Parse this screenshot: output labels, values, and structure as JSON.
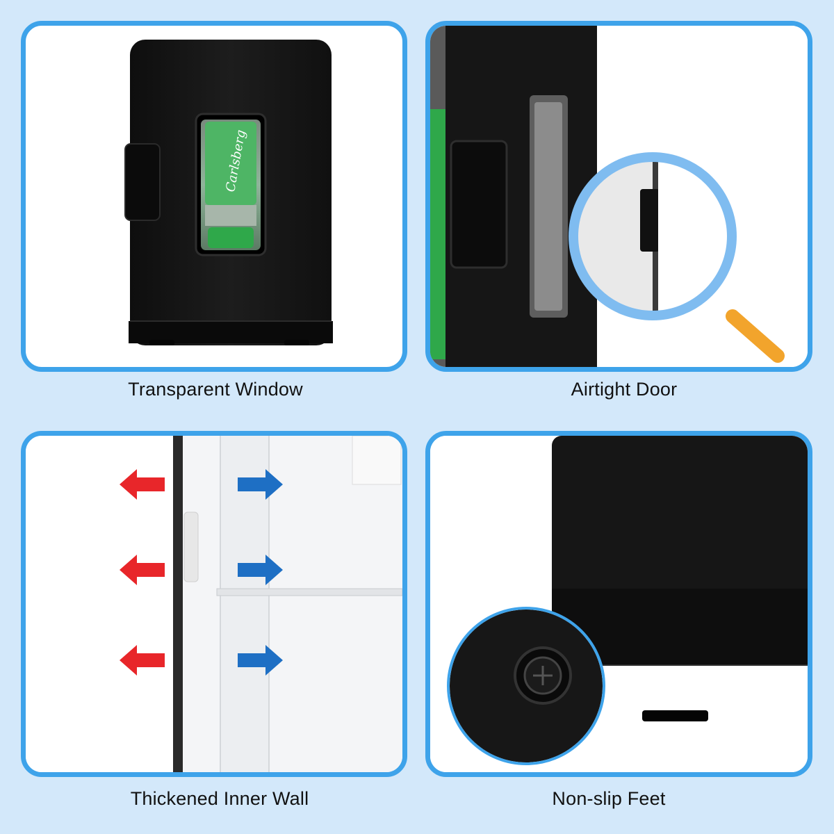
{
  "panels": [
    {
      "caption": "Transparent Window"
    },
    {
      "caption": "Airtight Door"
    },
    {
      "caption": "Thickened Inner Wall"
    },
    {
      "caption": "Non-slip Feet"
    }
  ],
  "can_brand_text": "Carlsberg",
  "colors": {
    "page_background": "#d3e8fa",
    "card_border": "#3ea3ea",
    "fridge_body": "#151515",
    "can_green": "#2fa84a",
    "heat_out_arrow": "#e8262a",
    "cold_in_arrow": "#1e6fc4",
    "magnifier_ring": "#7fbcf0",
    "magnifier_handle": "#f2a42c"
  },
  "icons": [
    "magnifying-glass-icon",
    "arrow-left-icon",
    "arrow-right-icon"
  ]
}
